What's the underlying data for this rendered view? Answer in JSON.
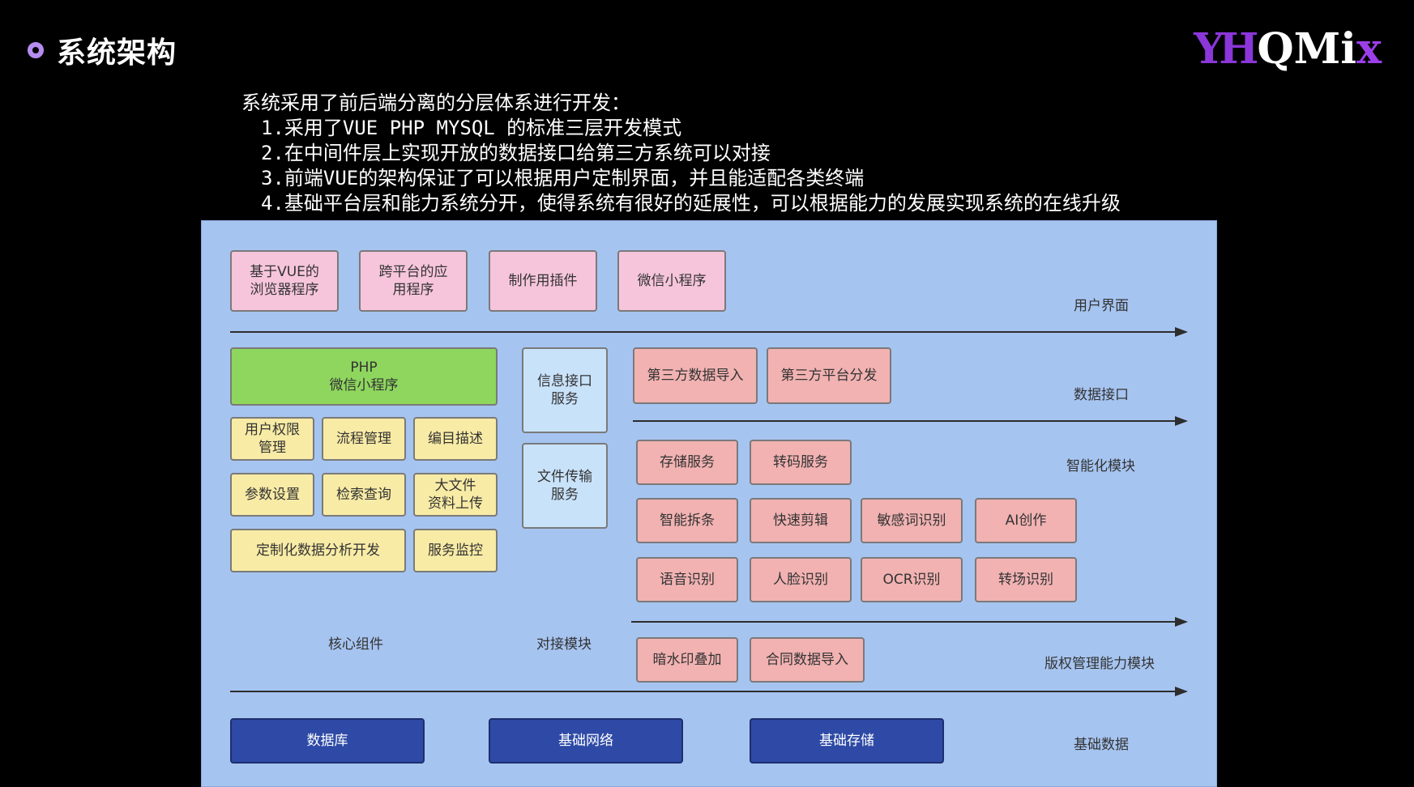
{
  "header": {
    "title": "系统架构",
    "logo_mark": "YH",
    "logo_text": "QMi",
    "logo_x": "x"
  },
  "intro": {
    "heading": "系统采用了前后端分离的分层体系进行开发：",
    "items": [
      "1.采用了VUE PHP MYSQL 的标准三层开发模式",
      "2.在中间件层上实现开放的数据接口给第三方系统可以对接",
      "3.前端VUE的架构保证了可以根据用户定制界面，并且能适配各类终端",
      "4.基础平台层和能力系统分开，使得系统有很好的延展性，可以根据能力的发展实现系统的在线升级"
    ]
  },
  "diagram": {
    "ui_boxes": [
      "基于VUE的\n浏览器程序",
      "跨平台的应\n用程序",
      "制作用插件",
      "微信小程序"
    ],
    "php_box": "PHP\n微信小程序",
    "core_boxes": [
      "用户权限\n管理",
      "流程管理",
      "编目描述",
      "参数设置",
      "检索查询",
      "大文件\n资料上传",
      "定制化数据分析开发",
      "服务监控"
    ],
    "connector_boxes": [
      "信息接口\n服务",
      "文件传输\n服务"
    ],
    "data_interface_boxes": [
      "第三方数据导入",
      "第三方平台分发"
    ],
    "smart_boxes": [
      "存储服务",
      "转码服务",
      "智能拆条",
      "快速剪辑",
      "敏感词识别",
      "AI创作",
      "语音识别",
      "人脸识别",
      "OCR识别",
      "转场识别"
    ],
    "copyright_boxes": [
      "暗水印叠加",
      "合同数据导入"
    ],
    "base_boxes": [
      "数据库",
      "基础网络",
      "基础存储"
    ],
    "labels": {
      "ui_layer": "用户界面",
      "data_interface": "数据接口",
      "smart_module": "智能化模块",
      "copyright_module": "版权管理能力模块",
      "base_data": "基础数据",
      "core": "核心组件",
      "connector": "对接模块"
    }
  }
}
